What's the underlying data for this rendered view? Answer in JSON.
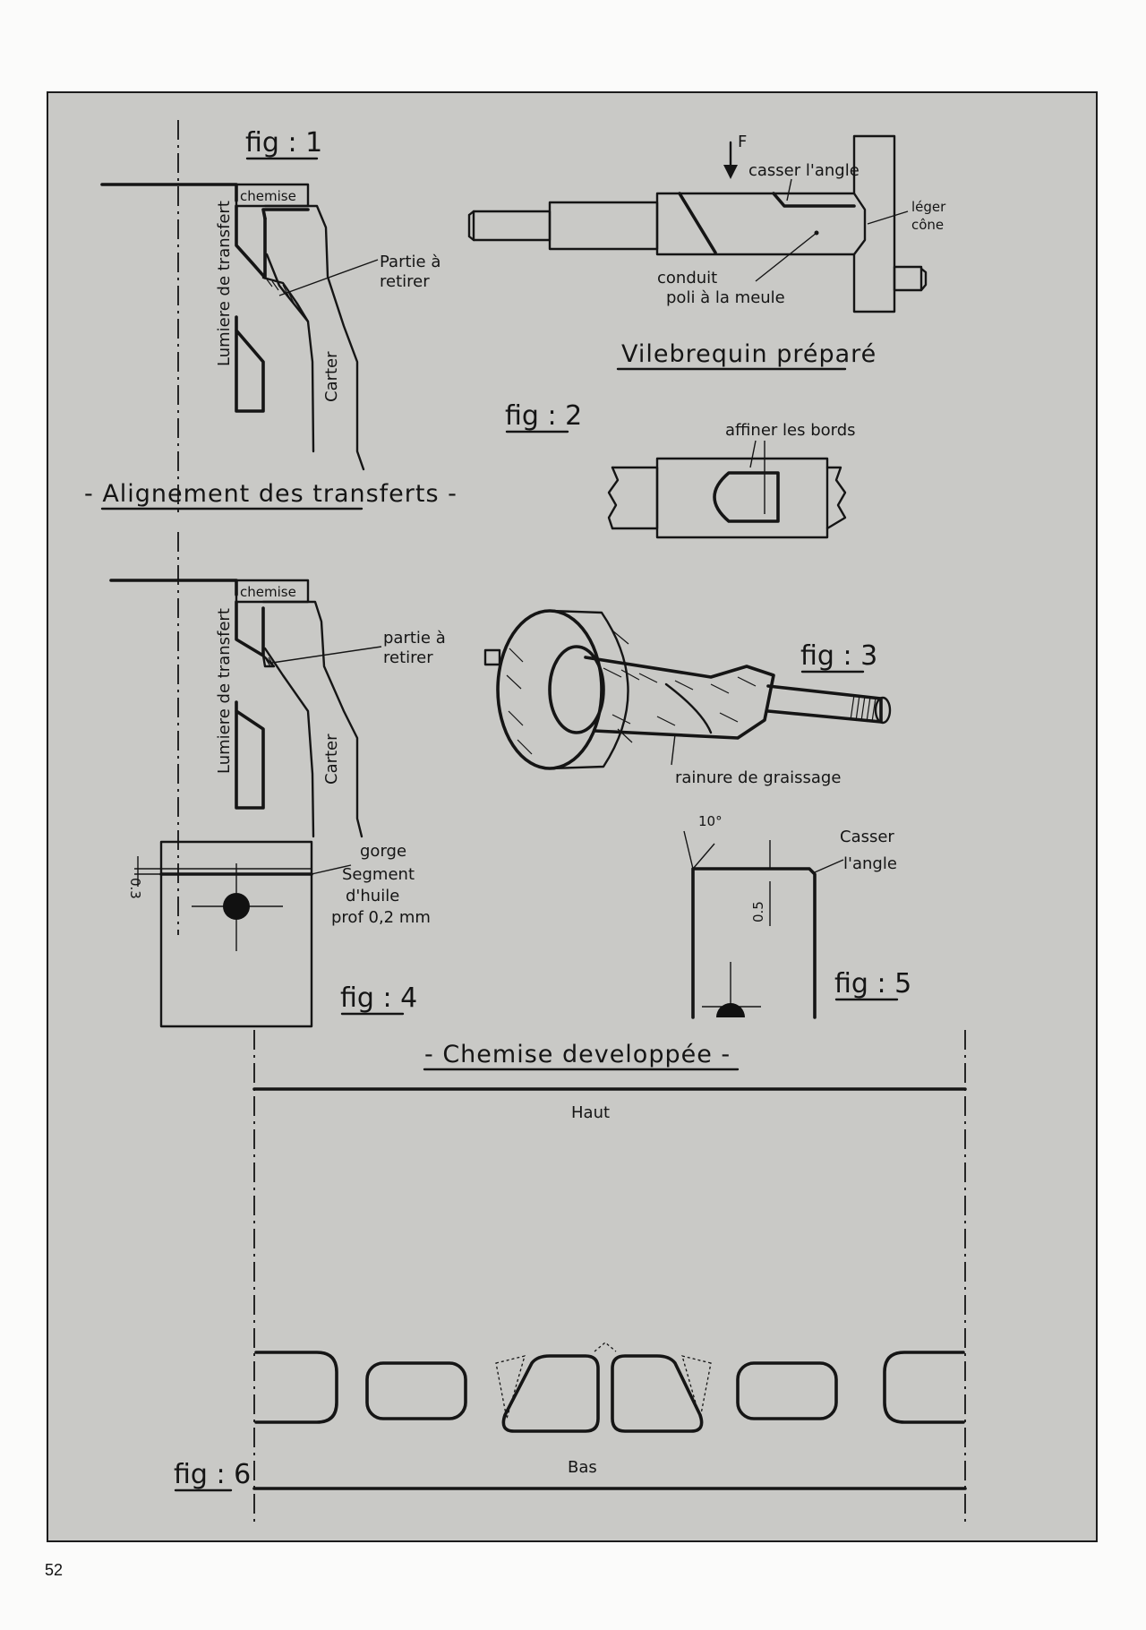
{
  "page_number": "52",
  "fig1": {
    "title": "fig : 1",
    "chemise": "chemise",
    "lumiere": "Lumiere de transfert",
    "partie_1": "Partie à",
    "partie_2": "retirer",
    "carter": "Carter",
    "caption": "- Alignement des transferts -"
  },
  "fig2": {
    "title": "fig : 2",
    "force": "F",
    "casser": "casser l'angle",
    "leger_1": "léger",
    "leger_2": "cône",
    "conduit_1": "conduit",
    "conduit_2": "poli à la meule",
    "caption": "Vilebrequin préparé",
    "affiner": "affiner les bords"
  },
  "fig1b": {
    "chemise": "chemise",
    "lumiere": "Lumiere de transfert",
    "partie_1": "partie à",
    "partie_2": "retirer",
    "carter": "Carter"
  },
  "fig3": {
    "title": "fig : 3",
    "rainure": "rainure de graissage"
  },
  "fig4": {
    "title": "fig : 4",
    "gorge": "gorge",
    "segment": "Segment",
    "huile": "d'huile",
    "prof": "prof 0,2 mm",
    "dim": "0.3"
  },
  "fig5": {
    "title": "fig : 5",
    "angle": "10°",
    "casser_1": "Casser",
    "casser_2": "l'angle",
    "dim": "0.5"
  },
  "fig6": {
    "title": "fig : 6",
    "caption": "- Chemise developpée -",
    "haut": "Haut",
    "bas": "Bas"
  }
}
